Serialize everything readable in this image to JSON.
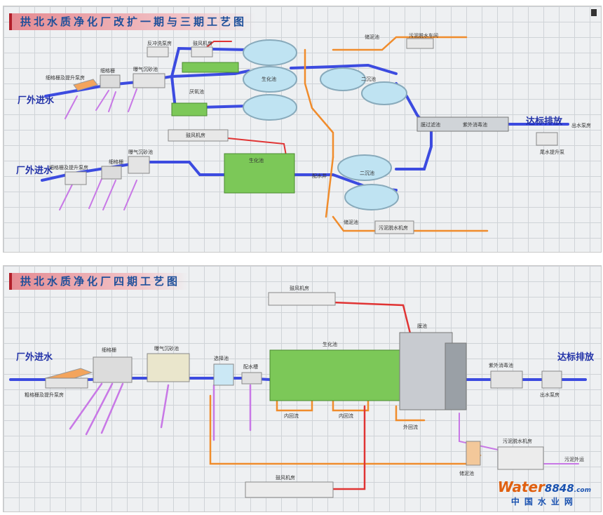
{
  "diagrams": [
    {
      "title": "拱北水质净化厂改扩一期与三期工艺图",
      "labels": {
        "inflow_a": "厂外进水",
        "inflow_b": "厂外进水",
        "outflow": "达标排放",
        "pump_a": "细格栅及提升泵房",
        "pump_b": "细格栅及提升泵房",
        "screen_a": "细格栅",
        "screen_b": "细格栅",
        "grit_a": "曝气沉砂池",
        "grit_b": "曝气沉砂池",
        "reuse_pump": "反冲洗泵房",
        "blower_a": "鼓风机房",
        "anoxic": "厌氧池",
        "biotank_a": "生化池",
        "secclar_a": "二沉池",
        "sludge_thick": "储泥池",
        "dewater_a": "污泥脱水车间",
        "filter_uv": "膜过滤池",
        "uv_a": "紫外消毒池",
        "outfall": "出水泵房",
        "tail_pump": "尾水提升泵",
        "blower_b": "鼓风机房",
        "biotank_b": "生化池",
        "secclar_b": "二沉池",
        "distribution": "配水井",
        "sludge_b": "储泥池",
        "dewater_b": "污泥脱水机房"
      }
    },
    {
      "title": "拱北水质净化厂四期工艺图",
      "labels": {
        "inflow": "厂外进水",
        "outflow": "达标排放",
        "pump": "粗格栅及提升泵房",
        "screen": "细格栅",
        "grit": "曝气沉砂池",
        "selector": "选择池",
        "dist": "配水槽",
        "biotank": "生化池",
        "pump_top": "鼓风机房",
        "membrane": "膜池",
        "recirc_a": "内回流",
        "recirc_b": "内回流",
        "external": "外回流",
        "uv": "紫外消毒池",
        "outfall": "出水泵房",
        "dewater": "污泥脱水机房",
        "sludge": "储泥池",
        "sludge_out": "污泥外运",
        "blower": "鼓风机房"
      }
    }
  ],
  "watermark": {
    "brand": "Water",
    "digits": "8848",
    "suffix": ".com",
    "cn": "中国水业网"
  }
}
